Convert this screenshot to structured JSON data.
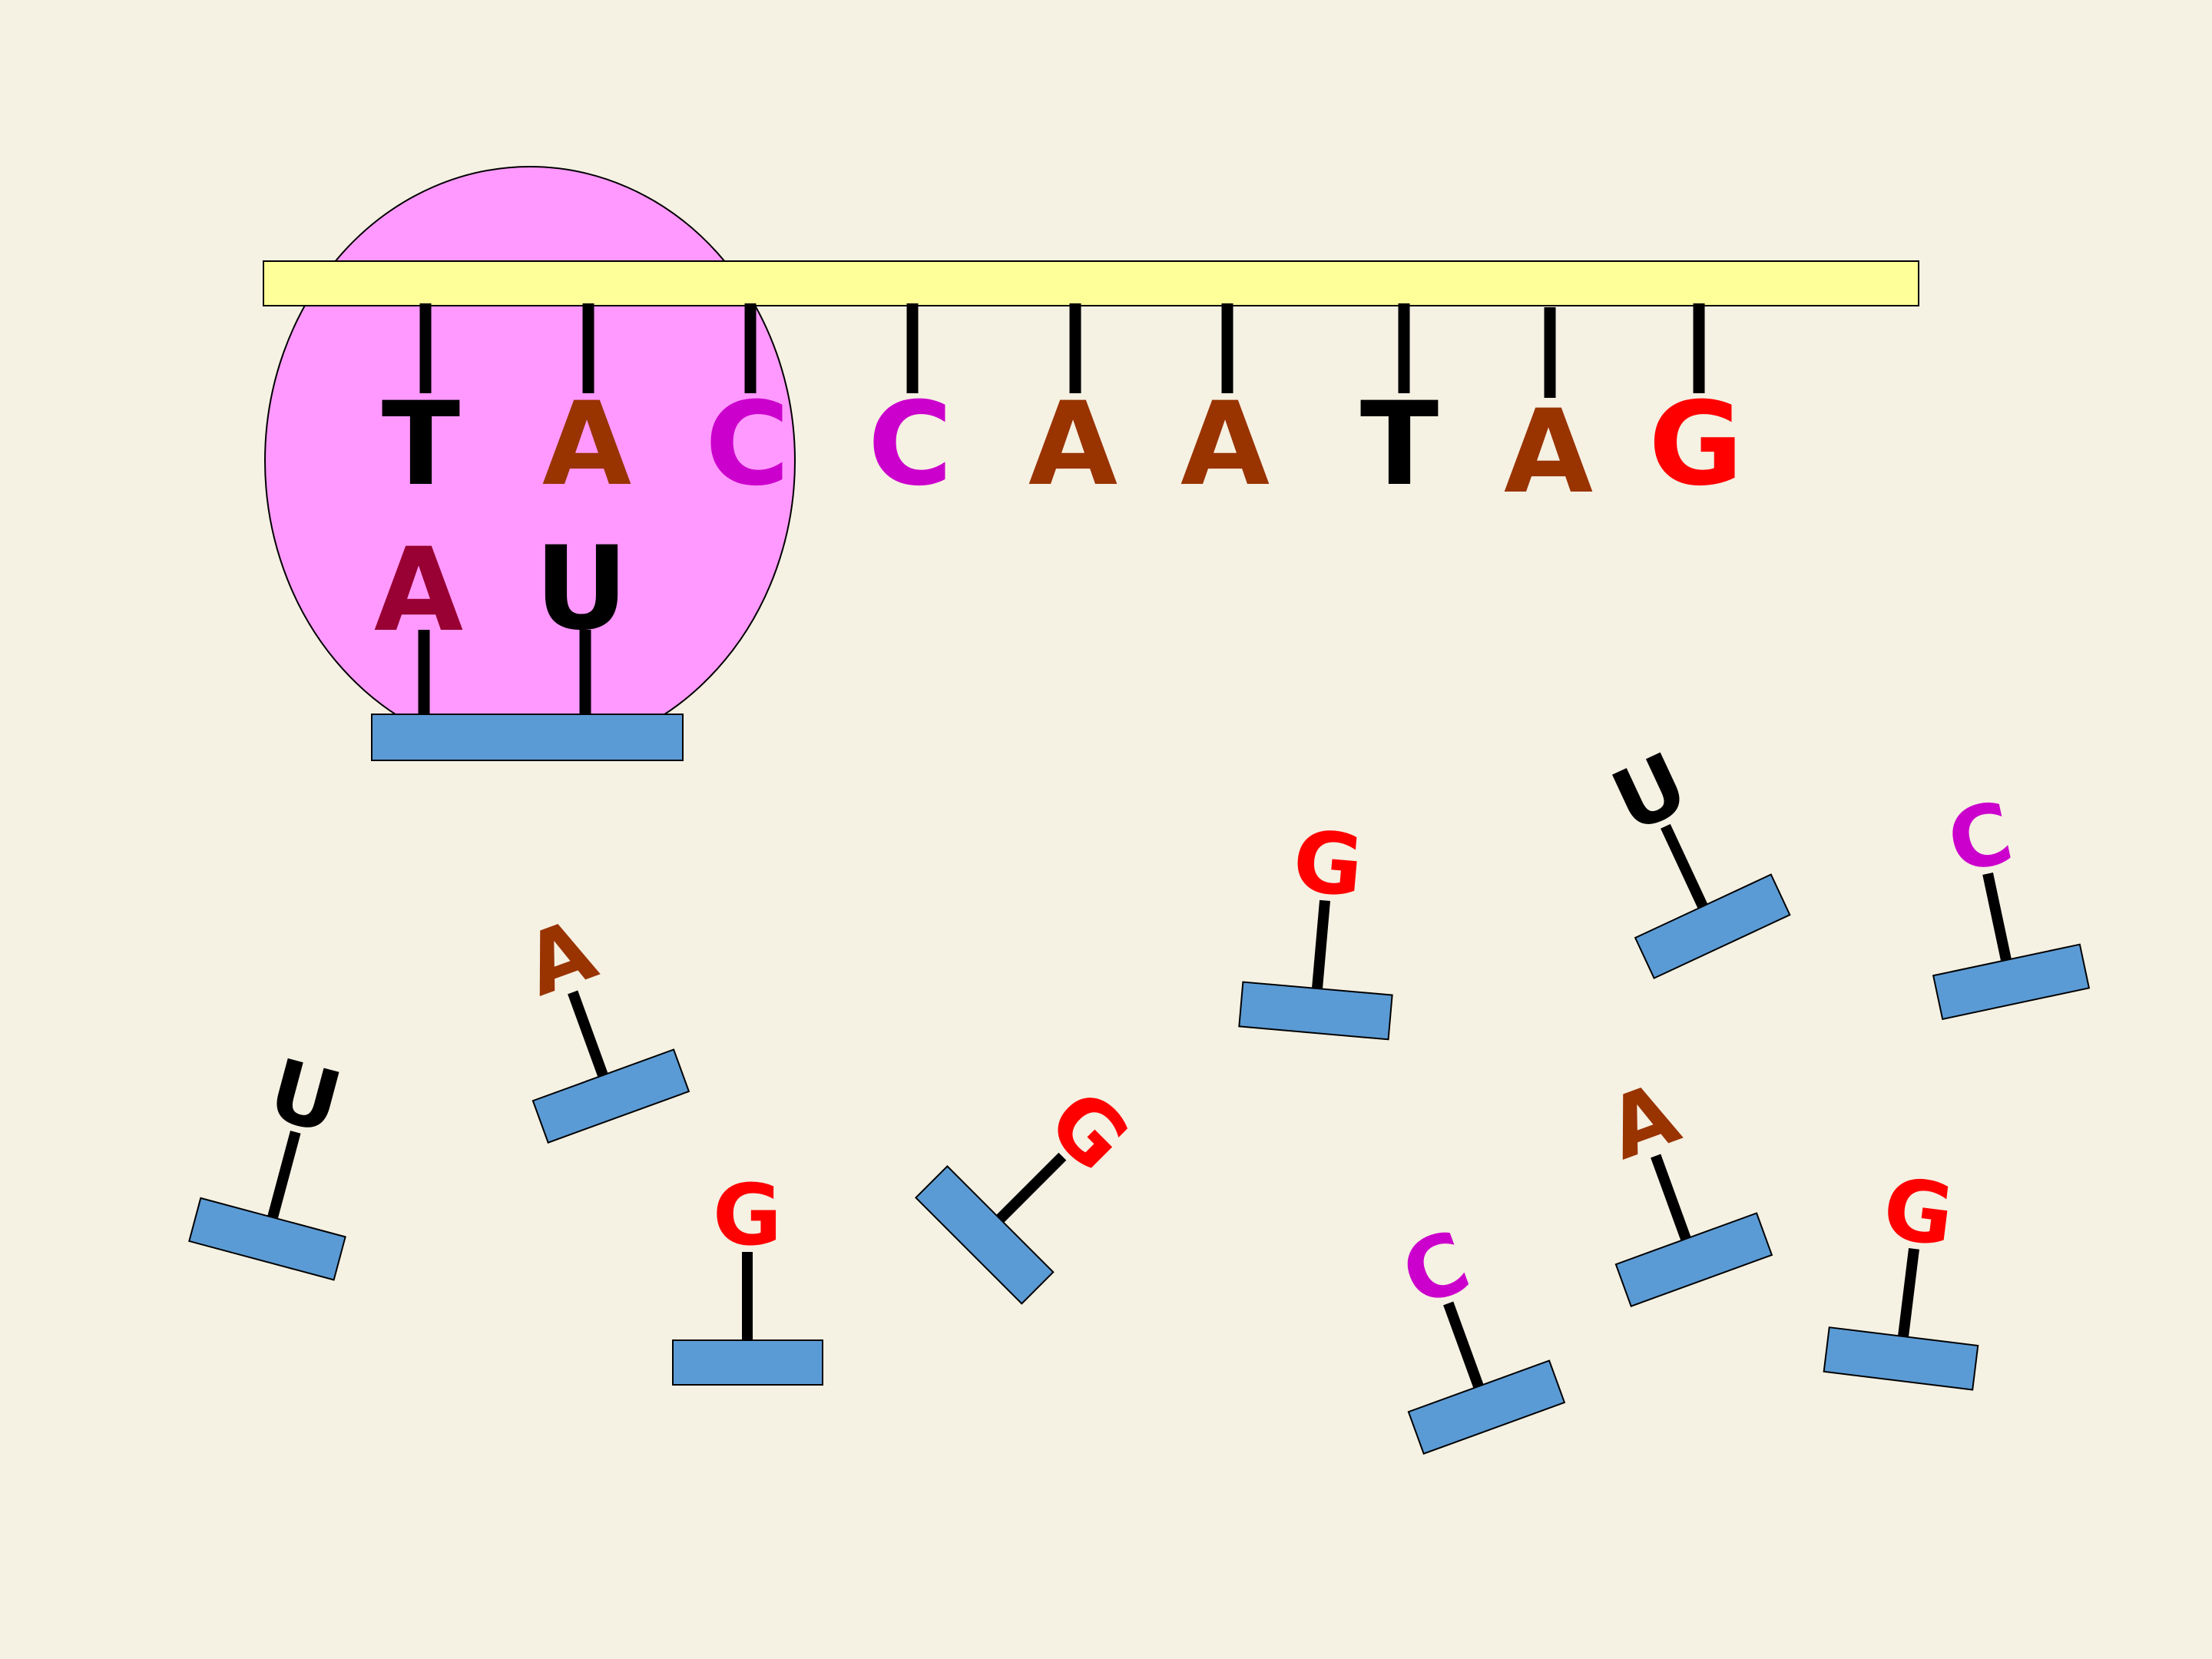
{
  "colors": {
    "background": "#f5f1e3",
    "ribosome": "#ff99ff",
    "dna_strand": "#ffff99",
    "sugar_block": "#5b9bd5",
    "stem": "#000000",
    "T": "#000000",
    "A": "#993300",
    "A_paired": "#990033",
    "C": "#cc00cc",
    "G": "#ff0000",
    "U": "#000000"
  },
  "template_strand": {
    "bases": [
      "T",
      "A",
      "C",
      "C",
      "A",
      "A",
      "T",
      "A",
      "G"
    ]
  },
  "paired_strand": {
    "bases": [
      "A",
      "U"
    ]
  },
  "free_nucleotides": [
    "A",
    "U",
    "G",
    "G",
    "G",
    "U",
    "C",
    "C",
    "A",
    "G"
  ]
}
